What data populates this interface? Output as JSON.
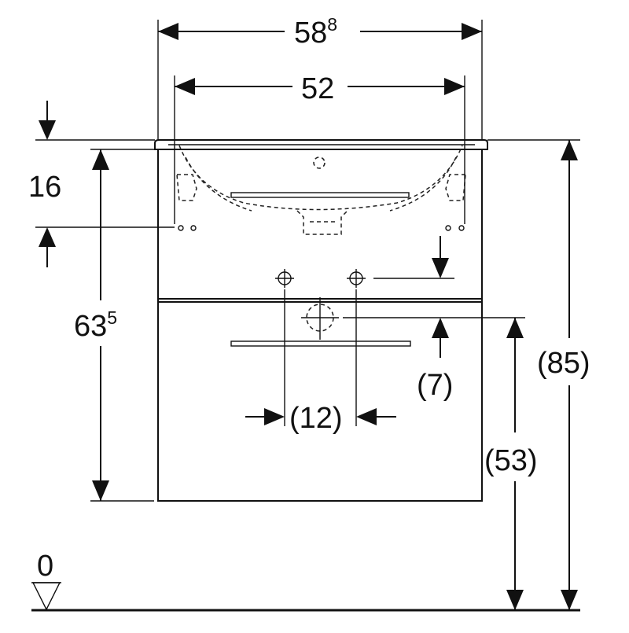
{
  "diagram": {
    "dimensions": {
      "total_width": {
        "main": "58",
        "sup": "8"
      },
      "basin_width": "52",
      "basin_depth": "16",
      "cabinet_height": {
        "main": "63",
        "sup": "5"
      },
      "drain_offset": "(7)",
      "tap_spacing": "(12)",
      "total_height": "(85)",
      "drain_height": "(53)",
      "floor_level": "0"
    }
  }
}
